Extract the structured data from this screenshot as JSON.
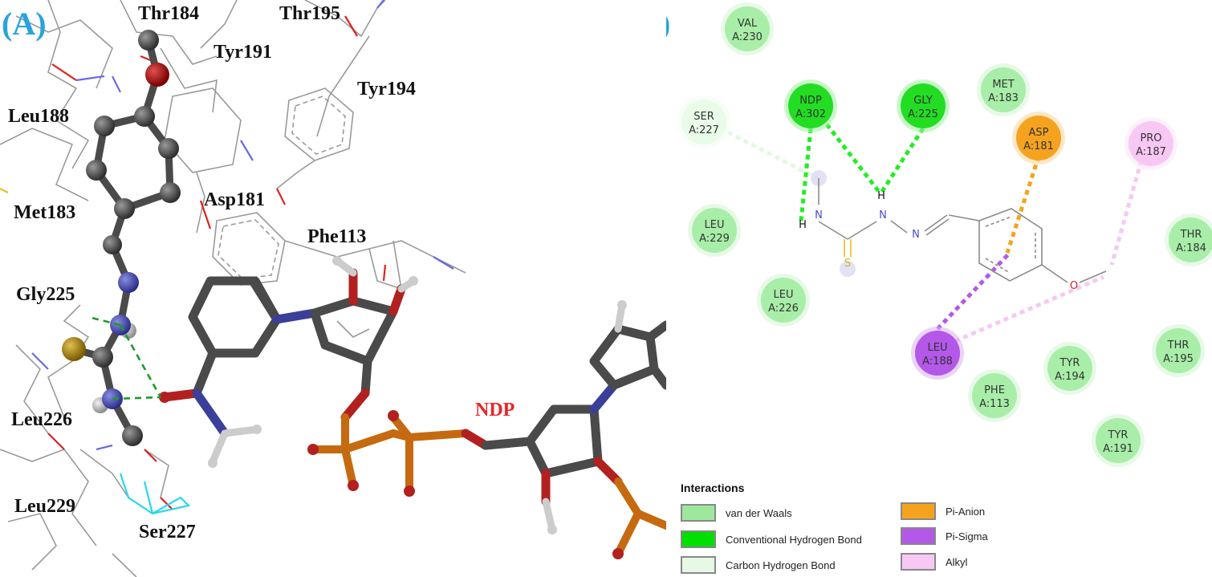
{
  "panel_a": {
    "label": "(A)",
    "ligand_label": "NDP",
    "residues": [
      "Thr184",
      "Thr195",
      "Tyr191",
      "Tyr194",
      "Leu188",
      "Met183",
      "Asp181",
      "Phe113",
      "Gly225",
      "Leu226",
      "Leu229",
      "Ser227"
    ]
  },
  "panel_b": {
    "label": "B",
    "residues": [
      {
        "id": "val230",
        "name": "VAL",
        "num": "A:230"
      },
      {
        "id": "ndp302",
        "name": "NDP",
        "num": "A:302"
      },
      {
        "id": "gly225",
        "name": "GLY",
        "num": "A:225"
      },
      {
        "id": "met183",
        "name": "MET",
        "num": "A:183"
      },
      {
        "id": "ser227",
        "name": "SER",
        "num": "A:227"
      },
      {
        "id": "asp181",
        "name": "ASP",
        "num": "A:181"
      },
      {
        "id": "pro187",
        "name": "PRO",
        "num": "A:187"
      },
      {
        "id": "leu229",
        "name": "LEU",
        "num": "A:229"
      },
      {
        "id": "thr184",
        "name": "THR",
        "num": "A:184"
      },
      {
        "id": "leu226",
        "name": "LEU",
        "num": "A:226"
      },
      {
        "id": "leu188",
        "name": "LEU",
        "num": "A:188"
      },
      {
        "id": "thr195",
        "name": "THR",
        "num": "A:195"
      },
      {
        "id": "tyr194",
        "name": "TYR",
        "num": "A:194"
      },
      {
        "id": "phe113",
        "name": "PHE",
        "num": "A:113"
      },
      {
        "id": "tyr191",
        "name": "TYR",
        "num": "A:191"
      }
    ],
    "atoms": {
      "h": "H",
      "n": "N",
      "s": "S",
      "o": "O"
    },
    "legend": {
      "title": "Interactions",
      "items": [
        {
          "label": "van der Waals",
          "color": "#9ee89e"
        },
        {
          "label": "Conventional Hydrogen Bond",
          "color": "#00e000"
        },
        {
          "label": "Carbon Hydrogen Bond",
          "color": "#e6f8e6"
        },
        {
          "label": "Pi-Anion",
          "color": "#f5a31f"
        },
        {
          "label": "Pi-Sigma",
          "color": "#b358e8"
        },
        {
          "label": "Alkyl",
          "color": "#f7c8f4"
        }
      ]
    },
    "colors": {
      "vdw": "#a8eea8",
      "hbond": "#22dd22",
      "carbon_h": "#e9fbe9",
      "pi_anion": "#f5a31f",
      "pi_sigma": "#b358e8",
      "alkyl": "#f7c8f4"
    }
  }
}
